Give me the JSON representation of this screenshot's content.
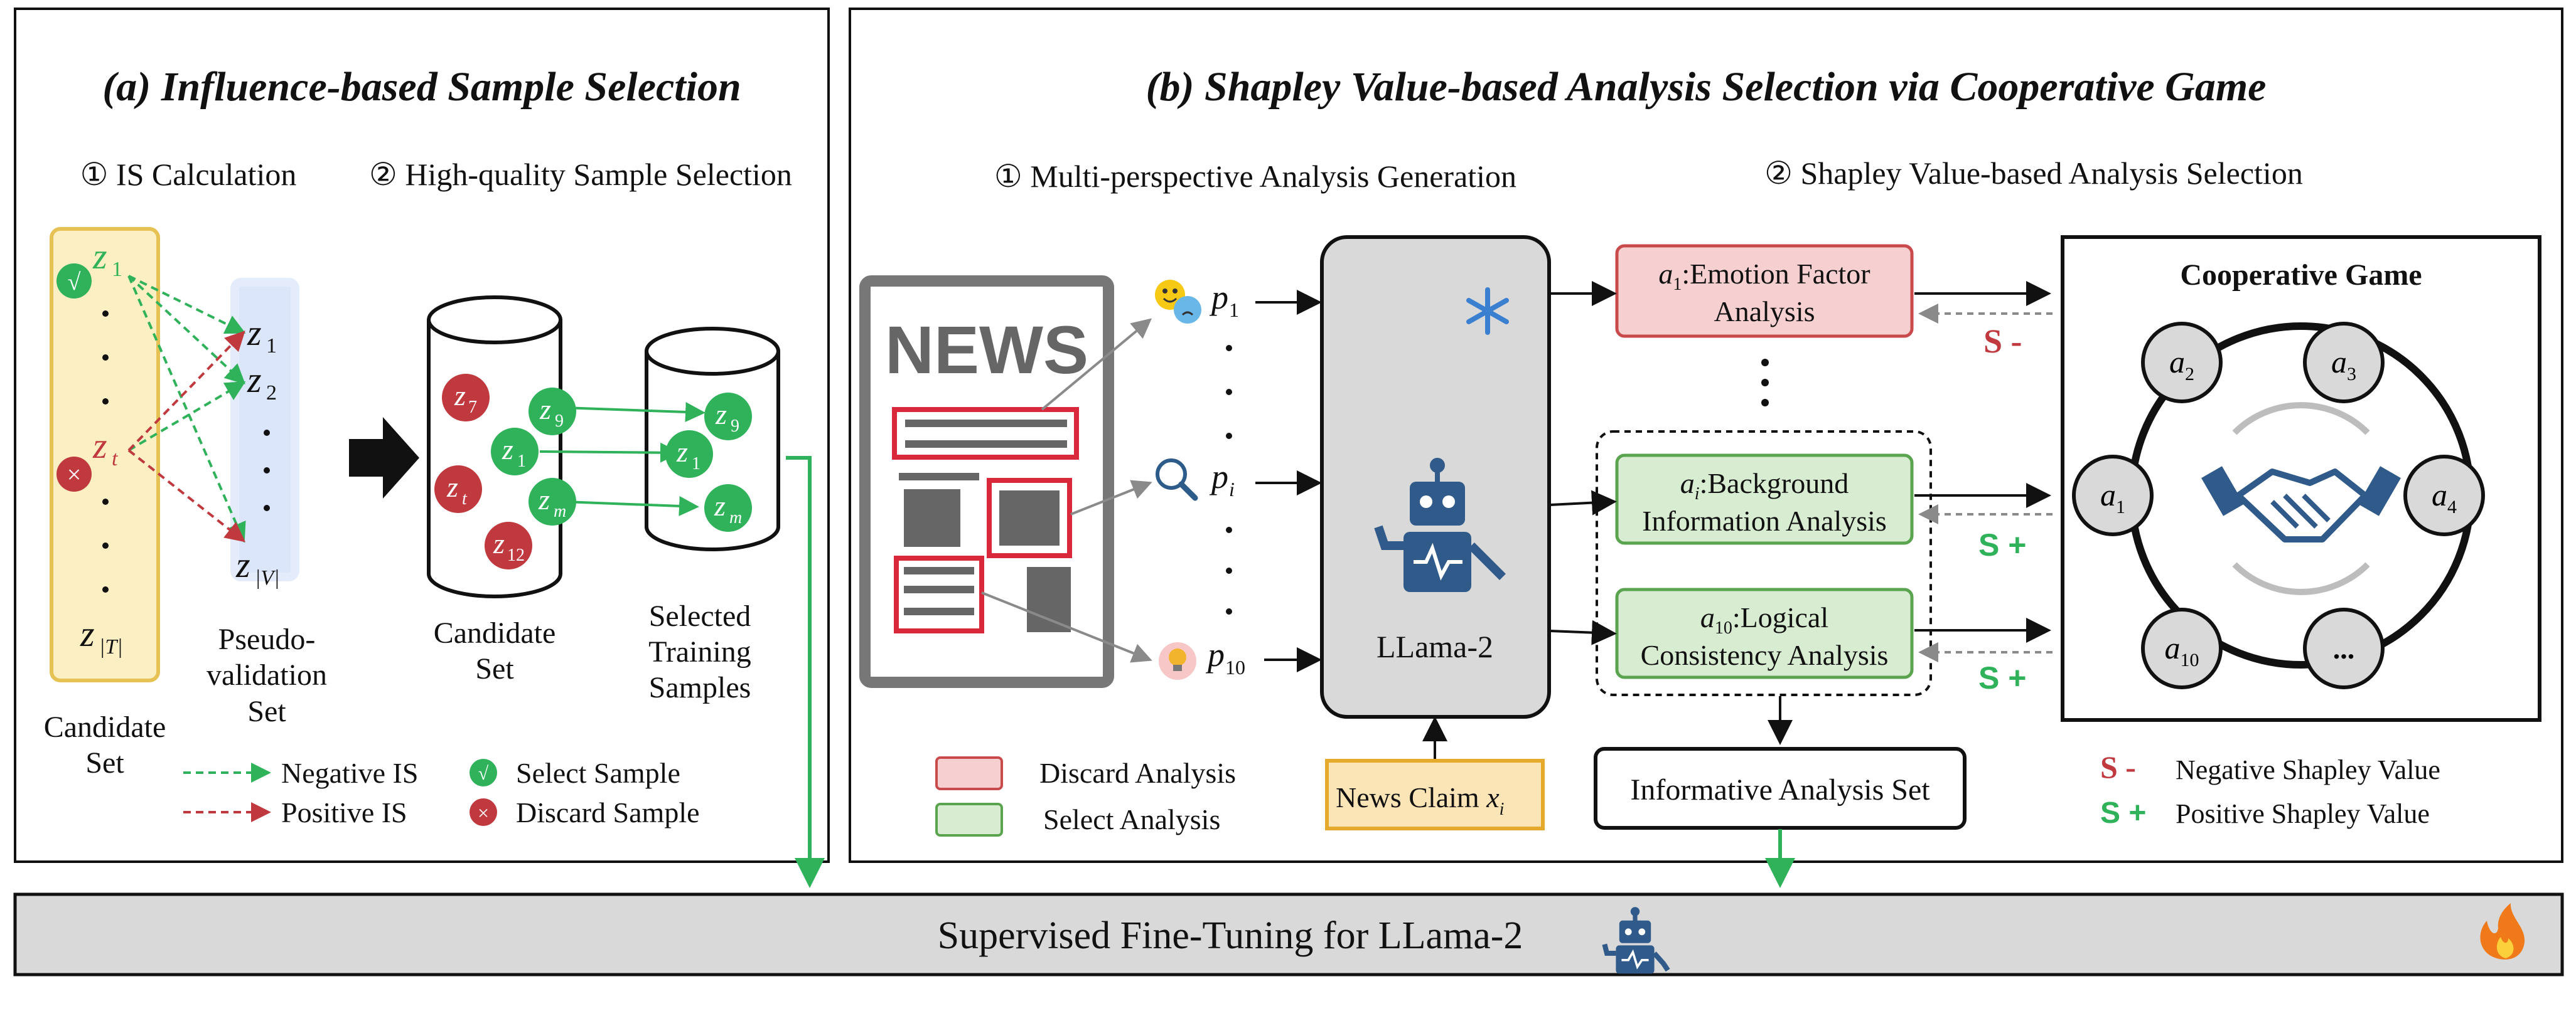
{
  "panel_a": {
    "title": "(a) Influence-based Sample Selection",
    "step1": "① IS Calculation",
    "step2": "② High-quality Sample Selection",
    "candidate_first": "z",
    "candidate_first_sub": "1",
    "candidate_t": "z",
    "candidate_t_sub": "t",
    "candidate_last": "z",
    "candidate_last_sub": "|T|",
    "val_1": "z",
    "val_1_sub": "1",
    "val_2": "z",
    "val_2_sub": "2",
    "val_last": "z",
    "val_last_sub": "|V|",
    "candidate_set_label_1": "Candidate",
    "candidate_set_label_2": "Set",
    "pseudo_label_1": "Pseudo-",
    "pseudo_label_2": "validation",
    "pseudo_label_3": "Set",
    "cyl1_label_1": "Candidate",
    "cyl1_label_2": "Set",
    "cyl2_label_1": "Selected",
    "cyl2_label_2": "Training",
    "cyl2_label_3": "Samples",
    "ball_z7": "7",
    "ball_z9": "9",
    "ball_z1": "1",
    "ball_zt": "t",
    "ball_zm": "m",
    "ball_z12": "12",
    "legend_negative": "Negative IS",
    "legend_positive": "Positive IS",
    "legend_select": "Select   Sample",
    "legend_discard": "Discard Sample",
    "check_mark": "√",
    "cross_mark": "×"
  },
  "panel_b": {
    "title": "(b) Shapley Value-based Analysis Selection via Cooperative Game",
    "step1": "① Multi-perspective Analysis Generation",
    "step2": "② Shapley Value-based Analysis Selection",
    "news_text": "NEWS",
    "p1": "p",
    "p1_sub": "1",
    "pi": "p",
    "pi_sub": "i",
    "p10": "p",
    "p10_sub": "10",
    "llm_label": "LLama-2",
    "news_claim": "News Claim ",
    "news_claim_var": "x",
    "news_claim_sub": "i",
    "a1_var": "a",
    "a1_sub": "1",
    "a1_line1": ":Emotion Factor",
    "a1_line2": "Analysis",
    "ai_var": "a",
    "ai_sub": "i",
    "ai_line1": ":Background",
    "ai_line2": "Information Analysis",
    "a10_var": "a",
    "a10_sub": "10",
    "a10_line1": ":Logical",
    "a10_line2": "Consistency Analysis",
    "informative_set": "Informative Analysis Set",
    "s_minus": "S -",
    "s_plus": "S +",
    "game_title": "Cooperative Game",
    "game_nodes": [
      {
        "var": "a",
        "sub": "2"
      },
      {
        "var": "a",
        "sub": "3"
      },
      {
        "var": "a",
        "sub": "1"
      },
      {
        "var": "a",
        "sub": "4"
      },
      {
        "var": "a",
        "sub": "10"
      },
      {
        "var": "...",
        "sub": ""
      }
    ],
    "legend_discard": "Discard Analysis",
    "legend_select": "Select   Analysis",
    "legend_neg_sym": "S -",
    "legend_neg": "Negative Shapley Value",
    "legend_pos_sym": "S +",
    "legend_pos": "Positive Shapley Value"
  },
  "bottom": {
    "label": "Supervised Fine-Tuning for LLama-2"
  },
  "colors": {
    "green": "#2fb25a",
    "red": "#c0393f",
    "discard_fill": "#f6d0d0",
    "select_fill": "#d7ecd1",
    "candidate_fill": "#fbefc3",
    "llm_fill": "#d9d9d9",
    "claim_fill": "#fbe5b6",
    "robot": "#2f5a8a"
  },
  "icons": [
    "snowflake-icon",
    "robot-icon",
    "emoji-icon",
    "magnifier-icon",
    "lightbulb-icon",
    "handshake-icon",
    "fire-icon",
    "news-icon",
    "arrow-right-icon"
  ]
}
